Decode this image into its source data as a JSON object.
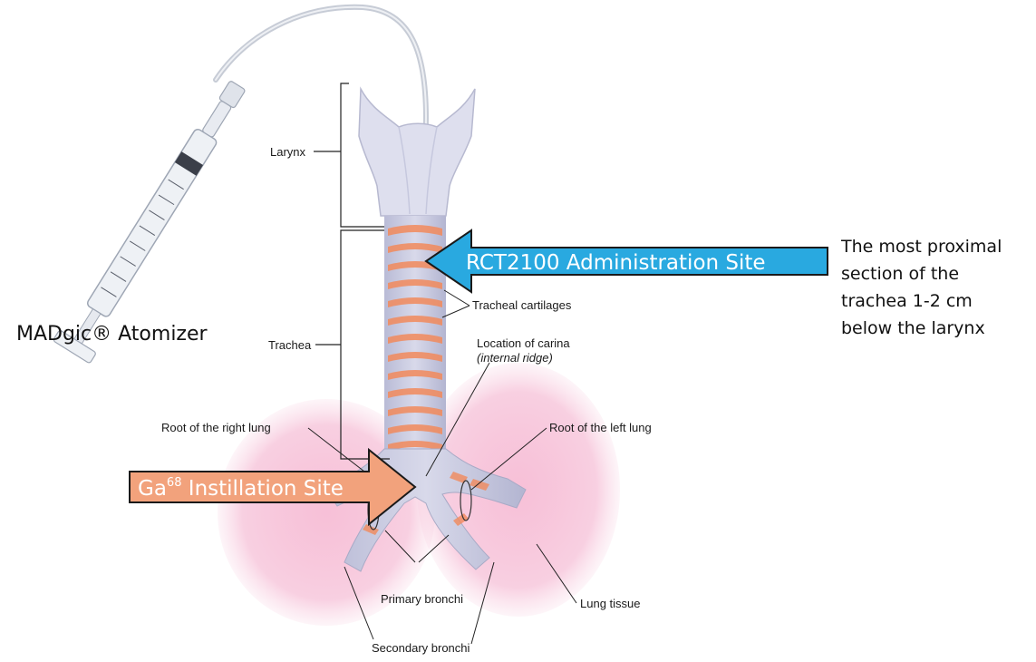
{
  "labels": {
    "larynx": "Larynx",
    "trachea": "Trachea",
    "tracheal_cartilages": "Tracheal cartilages",
    "carina_line1": "Location of carina",
    "carina_line2": "(internal ridge)",
    "root_right": "Root of the right lung",
    "root_left": "Root of the left lung",
    "primary_bronchi": "Primary bronchi",
    "secondary_bronchi": "Secondary bronchi",
    "lung_tissue": "Lung tissue"
  },
  "device_label": "MADgic® Atomizer",
  "callouts": {
    "rct": {
      "text": "RCT2100 Administration Site",
      "color": "#29a9e0"
    },
    "ga": {
      "element": "Ga",
      "isotope": "68",
      "suffix": " Instillation Site",
      "color": "#f2a27c"
    }
  },
  "note_lines": [
    "The most proximal",
    "section of the",
    "trachea 1-2 cm",
    "below the larynx"
  ],
  "colors": {
    "cartilage": "#f28a5c",
    "lung": "#f0a0c4",
    "airway": "#c9cbe0",
    "larynx": "#dcdcec"
  }
}
